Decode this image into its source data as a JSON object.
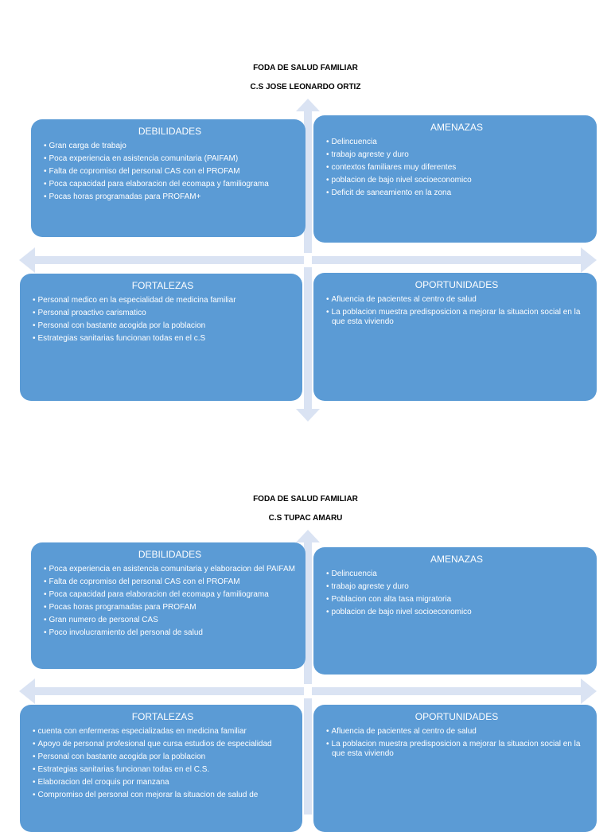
{
  "colors": {
    "box_fill": "#5b9bd5",
    "arrow_fill": "#dae3f3",
    "text": "#ffffff"
  },
  "sections": [
    {
      "title": "FODA DE SALUD FAMILIAR",
      "subtitle": "C.S JOSE LEONARDO ORTIZ",
      "debilidades": {
        "title": "DEBILIDADES",
        "items": [
          "Gran carga de trabajo",
          "Poca experiencia en asistencia comunitaria (PAIFAM)",
          "Falta de copromiso del personal CAS con el PROFAM",
          "Poca capacidad para elaboracion del ecomapa y familiograma",
          "Pocas horas programadas para PROFAM+"
        ]
      },
      "amenazas": {
        "title": "AMENAZAS",
        "items": [
          "Delincuencia",
          "trabajo agreste y duro",
          "contextos familiares muy diferentes",
          "poblacion de bajo nivel socioeconomico",
          "Deficit de saneamiento en la zona"
        ]
      },
      "fortalezas": {
        "title": "FORTALEZAS",
        "items": [
          "Personal medico en la especialidad de medicina familiar",
          "Personal proactivo carismatico",
          "Personal con bastante acogida por la poblacion",
          "Estrategias sanitarias funcionan todas en el c.S"
        ]
      },
      "oportunidades": {
        "title": "OPORTUNIDADES",
        "items": [
          "Afluencia de pacientes al centro de salud",
          "La poblacion muestra predisposicion a mejorar la situacion social en la que esta viviendo"
        ]
      }
    },
    {
      "title": "FODA DE SALUD FAMILIAR",
      "subtitle": "C.S TUPAC AMARU",
      "debilidades": {
        "title": "DEBILIDADES",
        "items": [
          "Poca experiencia en asistencia comunitaria y elaboracion del PAIFAM",
          "Falta de copromiso del personal CAS con el PROFAM",
          "Poca capacidad para elaboracion del ecomapa y familiograma",
          "Pocas horas programadas para PROFAM",
          "Gran numero de personal CAS",
          "Poco involucramiento del personal de salud"
        ]
      },
      "amenazas": {
        "title": "AMENAZAS",
        "items": [
          "Delincuencia",
          "trabajo agreste y duro",
          "Poblacion con alta tasa migratoria",
          "poblacion de bajo nivel socioeconomico"
        ]
      },
      "fortalezas": {
        "title": "FORTALEZAS",
        "items": [
          "cuenta con enfermeras especializadas en medicina familiar",
          "Apoyo de personal profesional que cursa estudios de especialidad",
          "Personal con bastante acogida por la poblacion",
          "Estrategias sanitarias funcionan todas en el C.S.",
          "Elaboracion del croquis por manzana",
          "Compromiso del personal con mejorar la situacion de salud de"
        ]
      },
      "oportunidades": {
        "title": "OPORTUNIDADES",
        "items": [
          "Afluencia de pacientes al centro de salud",
          "La poblacion muestra predisposicion a mejorar la situacion social en la que esta viviendo"
        ]
      }
    }
  ]
}
